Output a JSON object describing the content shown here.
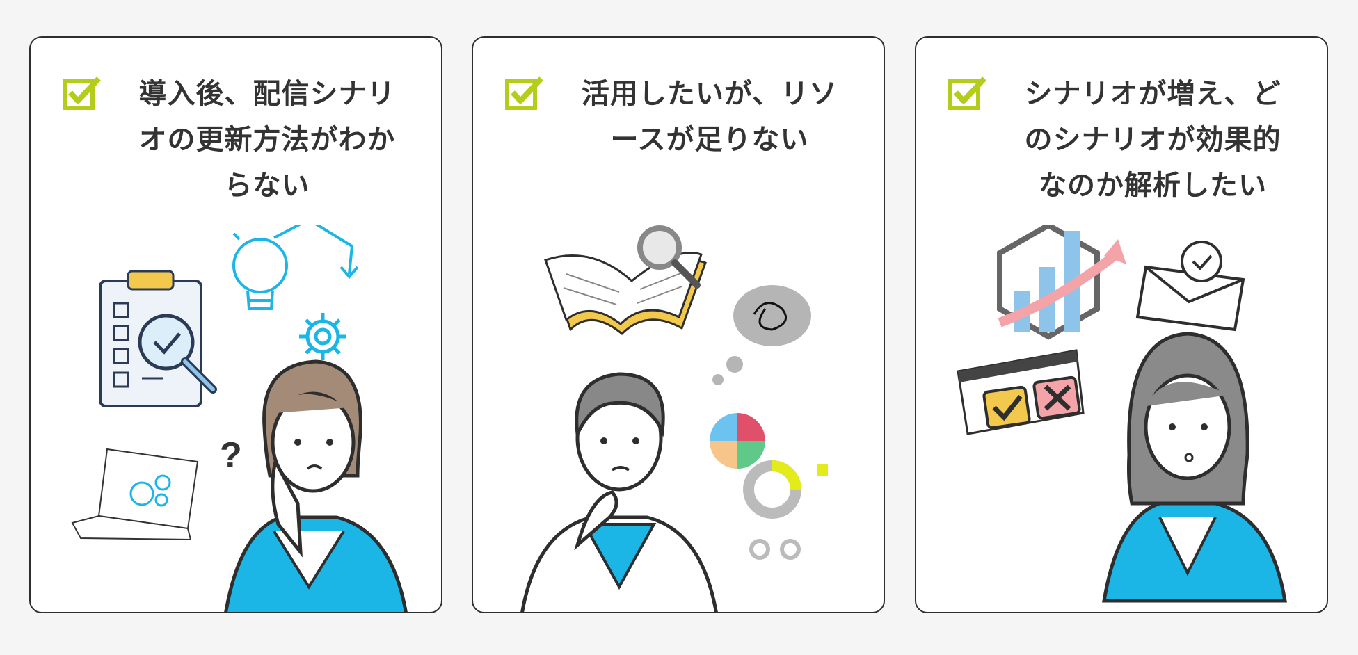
{
  "colors": {
    "check": "#b4cc1a",
    "text": "#333333",
    "border": "#2e2e2e",
    "accent_blue": "#1bb5e6",
    "background": "#f5f5f5"
  },
  "cards": [
    {
      "check_icon": "check-icon",
      "title_lines": [
        "導入後、配信シナリ",
        "オの更新方法がわか",
        "らない"
      ]
    },
    {
      "check_icon": "check-icon",
      "title_lines": [
        "活用したいが、リソ",
        "ースが足りない"
      ]
    },
    {
      "check_icon": "check-icon",
      "title_lines": [
        "シナリオが増え、ど",
        "のシナリオが効果的",
        "なのか解析したい"
      ]
    }
  ]
}
